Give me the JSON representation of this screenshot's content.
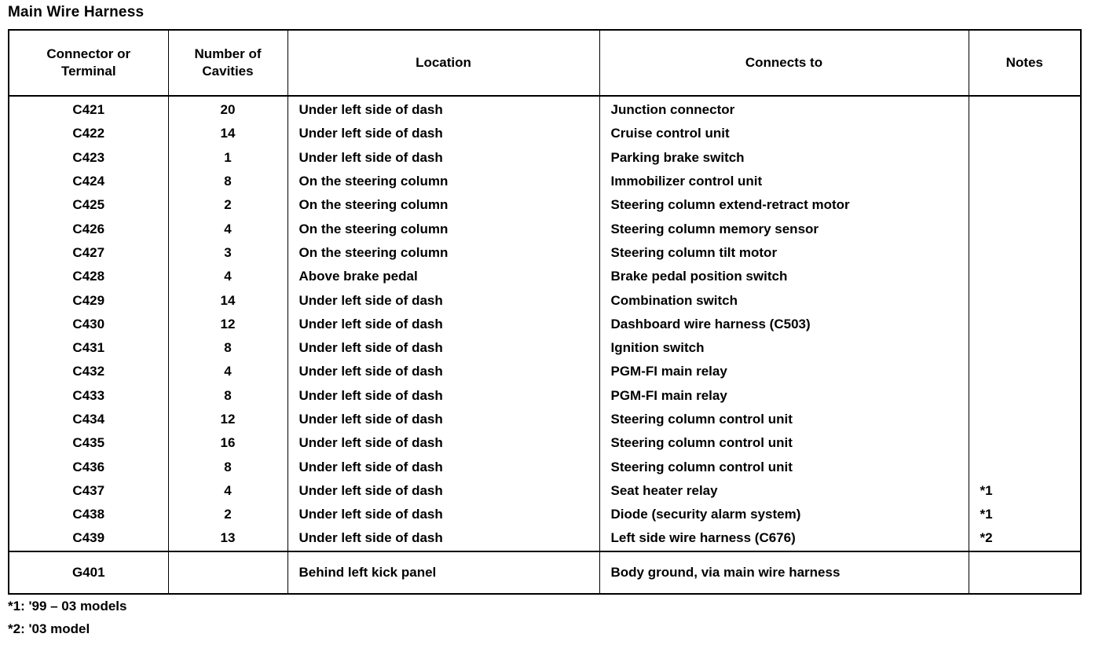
{
  "page": {
    "title": "Main Wire Harness"
  },
  "table": {
    "headers": {
      "connector": "Connector or Terminal",
      "connector_line1": "Connector or",
      "connector_line2": "Terminal",
      "cavities_line1": "Number of",
      "cavities_line2": "Cavities",
      "location": "Location",
      "connects_to": "Connects to",
      "notes": "Notes"
    },
    "rows": [
      {
        "connector": "C421",
        "cavities": "20",
        "location": "Under left side of dash",
        "connects_to": "Junction connector",
        "notes": ""
      },
      {
        "connector": "C422",
        "cavities": "14",
        "location": "Under left side of dash",
        "connects_to": "Cruise control unit",
        "notes": ""
      },
      {
        "connector": "C423",
        "cavities": "1",
        "location": "Under left side of dash",
        "connects_to": "Parking brake switch",
        "notes": ""
      },
      {
        "connector": "C424",
        "cavities": "8",
        "location": "On the steering column",
        "connects_to": "Immobilizer control unit",
        "notes": ""
      },
      {
        "connector": "C425",
        "cavities": "2",
        "location": "On the steering column",
        "connects_to": "Steering column extend-retract motor",
        "notes": ""
      },
      {
        "connector": "C426",
        "cavities": "4",
        "location": "On the steering column",
        "connects_to": "Steering column memory sensor",
        "notes": ""
      },
      {
        "connector": "C427",
        "cavities": "3",
        "location": "On the steering column",
        "connects_to": "Steering column tilt motor",
        "notes": ""
      },
      {
        "connector": "C428",
        "cavities": "4",
        "location": "Above brake pedal",
        "connects_to": "Brake pedal position switch",
        "notes": ""
      },
      {
        "connector": "C429",
        "cavities": "14",
        "location": "Under left side of dash",
        "connects_to": "Combination switch",
        "notes": ""
      },
      {
        "connector": "C430",
        "cavities": "12",
        "location": "Under left side of dash",
        "connects_to": "Dashboard wire harness (C503)",
        "notes": ""
      },
      {
        "connector": "C431",
        "cavities": "8",
        "location": "Under left side of dash",
        "connects_to": "Ignition switch",
        "notes": ""
      },
      {
        "connector": "C432",
        "cavities": "4",
        "location": "Under left side of dash",
        "connects_to": "PGM-FI main relay",
        "notes": ""
      },
      {
        "connector": "C433",
        "cavities": "8",
        "location": "Under left side of dash",
        "connects_to": "PGM-FI main relay",
        "notes": ""
      },
      {
        "connector": "C434",
        "cavities": "12",
        "location": "Under left side of dash",
        "connects_to": "Steering column control unit",
        "notes": ""
      },
      {
        "connector": "C435",
        "cavities": "16",
        "location": "Under left side of dash",
        "connects_to": "Steering column control unit",
        "notes": ""
      },
      {
        "connector": "C436",
        "cavities": "8",
        "location": "Under left side of dash",
        "connects_to": "Steering column control unit",
        "notes": ""
      },
      {
        "connector": "C437",
        "cavities": "4",
        "location": "Under left side of dash",
        "connects_to": "Seat heater relay",
        "notes": "*1"
      },
      {
        "connector": "C438",
        "cavities": "2",
        "location": "Under left side of dash",
        "connects_to": "Diode (security alarm system)",
        "notes": "*1"
      },
      {
        "connector": "C439",
        "cavities": "13",
        "location": "Under left side of dash",
        "connects_to": "Left side wire harness (C676)",
        "notes": "*2"
      }
    ],
    "ground_row": {
      "connector": "G401",
      "cavities": "",
      "location": "Behind left kick panel",
      "connects_to": "Body ground, via main wire harness",
      "notes": ""
    }
  },
  "footnotes": [
    "*1: '99 – 03 models",
    "*2: '03 model"
  ]
}
